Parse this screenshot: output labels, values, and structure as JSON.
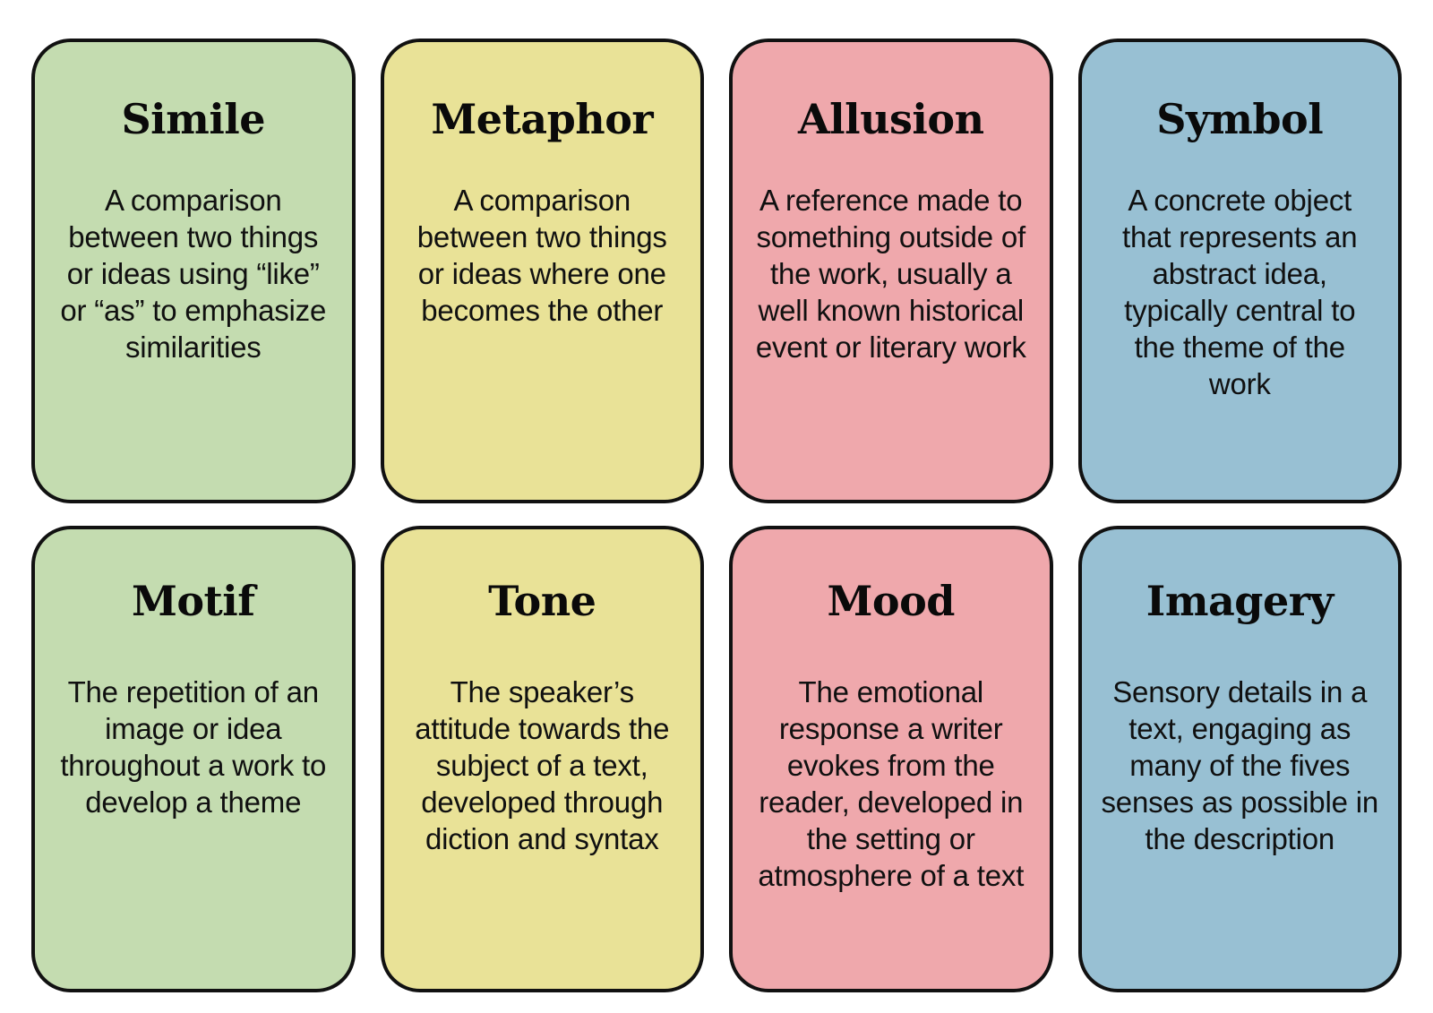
{
  "page": {
    "background_color": "#ffffff",
    "border_color": "#111111",
    "text_color": "#101010",
    "columns": 4,
    "rows": 2
  },
  "palette": {
    "green": "#c4dcb0",
    "yellow": "#e9e297",
    "pink": "#efa8ac",
    "blue": "#98c0d3"
  },
  "cards": [
    {
      "title": "Simile",
      "definition": "A comparison between two things or ideas using “like” or “as” to emphasize similarities",
      "color": "#c4dcb0",
      "color_name": "green",
      "row": 1,
      "column": 1
    },
    {
      "title": "Metaphor",
      "definition": "A comparison between two things or ideas where one becomes the other",
      "color": "#e9e297",
      "color_name": "yellow",
      "row": 1,
      "column": 2
    },
    {
      "title": "Allusion",
      "definition": "A reference made to something outside of the work, usually a well known historical event or literary work",
      "color": "#efa8ac",
      "color_name": "pink",
      "row": 1,
      "column": 3
    },
    {
      "title": "Symbol",
      "definition": "A concrete object that represents an abstract idea, typically central to the theme of the work",
      "color": "#98c0d3",
      "color_name": "blue",
      "row": 1,
      "column": 4
    },
    {
      "title": "Motif",
      "definition": "The repetition of an image or idea throughout a work to develop a theme",
      "color": "#c4dcb0",
      "color_name": "green",
      "row": 2,
      "column": 1
    },
    {
      "title": "Tone",
      "definition": "The speaker’s attitude towards the subject of a text, developed through diction and syntax",
      "color": "#e9e297",
      "color_name": "yellow",
      "row": 2,
      "column": 2
    },
    {
      "title": "Mood",
      "definition": "The emotional response a writer evokes from the reader, developed in the setting or atmosphere of a text",
      "color": "#efa8ac",
      "color_name": "pink",
      "row": 2,
      "column": 3
    },
    {
      "title": "Imagery",
      "definition": "Sensory details in a text, engaging as many of the fives senses as possible in the description",
      "color": "#98c0d3",
      "color_name": "blue",
      "row": 2,
      "column": 4
    }
  ]
}
